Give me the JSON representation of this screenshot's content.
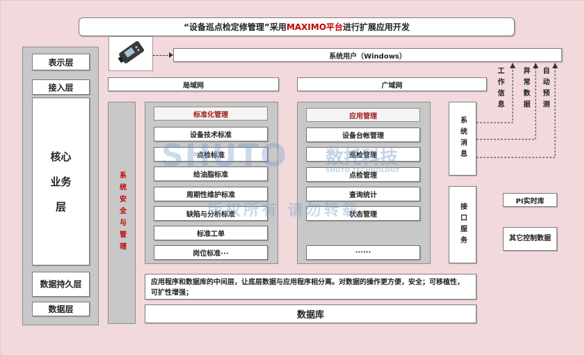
{
  "title": {
    "prefix": "“设备巡点检定修管理”采用",
    "brand": "MAXIMO平台",
    "suffix": "进行扩展应用开发"
  },
  "system_user": "系统用户（Windows）",
  "networks": {
    "local": "局域网",
    "wide": "广域网"
  },
  "left_layers": {
    "presentation": "表示层",
    "access": "接入层",
    "core": [
      "核心",
      "业务",
      "层"
    ],
    "persistence": "数据持久层",
    "data": "数据层"
  },
  "security_management": "系统安全与管理",
  "standardization": {
    "title": "标准化管理",
    "items": [
      "设备技术标准",
      "点检标准",
      "给油脂标准",
      "周期性维护标准",
      "缺陷与分析标准",
      "标准工单",
      "岗位标准···"
    ]
  },
  "application_management": {
    "title": "应用管理",
    "items": [
      "设备台帐管理",
      "巡检管理",
      "点检管理",
      "查询统计",
      "状态管理",
      "······"
    ]
  },
  "system_message": "系统消息",
  "interface_service": "接口服务",
  "pi_realtime": "PI实时库",
  "other_control": "其它控制数据",
  "feedback_labels": [
    "工作信息",
    "异常数据",
    "自动预测"
  ],
  "middleware_text": "应用程序和数据库的中间层，让底层数据与应用程序相分离。对数据的操作更方便，安全；可移植性，可扩性增强；",
  "database": "数据库",
  "watermark": {
    "logo": "SHUTO",
    "company_cn": "数托科技",
    "company_en": "SHUTO TECHNOLOGY",
    "notice": "版权所有 请勿转载"
  },
  "colors": {
    "background": "#f2d9dc",
    "accent_red": "#c00000",
    "panel_gray": "#c8c8c8"
  },
  "icons": {
    "device": "handheld-terminal-icon"
  }
}
